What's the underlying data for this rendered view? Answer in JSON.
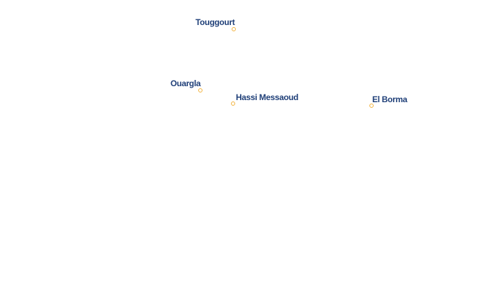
{
  "map": {
    "colors": {
      "label": "#1f3f78",
      "marker": "#f2b13a",
      "background": "#ffffff"
    },
    "marker_icon": "city-dot-icon",
    "cities": {
      "touggourt": "Touggourt",
      "ouargla": "Ouargla",
      "hassi_messaoud": "Hassi Messaoud",
      "el_borma": "El Borma"
    }
  }
}
